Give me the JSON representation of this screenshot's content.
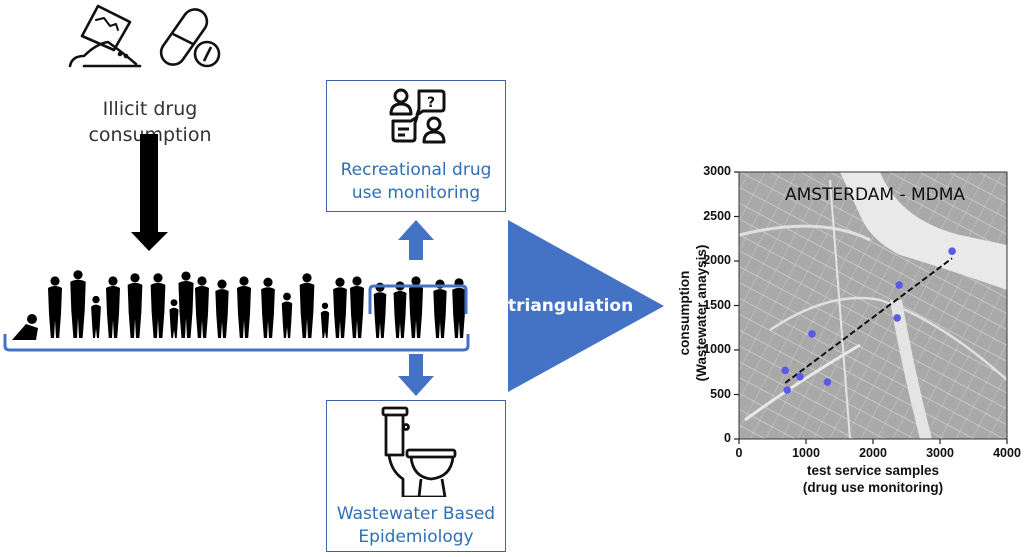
{
  "source": {
    "label": "Illicit drug\nconsumption",
    "label_lines": [
      "Illicit drug",
      "consumption"
    ],
    "icons": [
      "powder-razor-icon",
      "pill-capsule-icon"
    ]
  },
  "population": {
    "description": "silhouettes of people of varying ages",
    "recreational_subgroup": "dancing/young adult silhouettes"
  },
  "boxes": {
    "recreational": {
      "label_lines": [
        "Recreational drug",
        "use monitoring"
      ],
      "icon": "people-chat-icon"
    },
    "wastewater": {
      "label_lines": [
        "Wastewater Based",
        "Epidemiology"
      ],
      "icon": "toilet-icon"
    }
  },
  "triangulation": {
    "label": "triangulation"
  },
  "colors": {
    "accent_blue": "#4472c4",
    "box_text_blue": "#2f6fb5",
    "point_color": "#5a5ae6",
    "map_gray": "#a8a8a8"
  },
  "chart_data": {
    "type": "scatter",
    "title": "AMSTERDAM - MDMA",
    "xlabel_lines": [
      "test service samples",
      "(drug use monitoring)"
    ],
    "ylabel_lines": [
      "consumption",
      "(Wastewater anaysis)"
    ],
    "xlim": [
      0,
      4000
    ],
    "ylim": [
      0,
      3000
    ],
    "xticks": [
      0,
      1000,
      2000,
      3000,
      4000
    ],
    "yticks": [
      0,
      500,
      1000,
      1500,
      2000,
      2500,
      3000
    ],
    "grid": false,
    "background": "Amsterdam street map",
    "points": [
      {
        "x": 690,
        "y": 770
      },
      {
        "x": 720,
        "y": 550
      },
      {
        "x": 910,
        "y": 700
      },
      {
        "x": 1090,
        "y": 1180
      },
      {
        "x": 1320,
        "y": 640
      },
      {
        "x": 2360,
        "y": 1360
      },
      {
        "x": 2390,
        "y": 1730
      },
      {
        "x": 3180,
        "y": 2110
      }
    ],
    "trendline": {
      "style": "dashed",
      "from": {
        "x": 690,
        "y": 630
      },
      "to": {
        "x": 3180,
        "y": 2030
      }
    }
  }
}
